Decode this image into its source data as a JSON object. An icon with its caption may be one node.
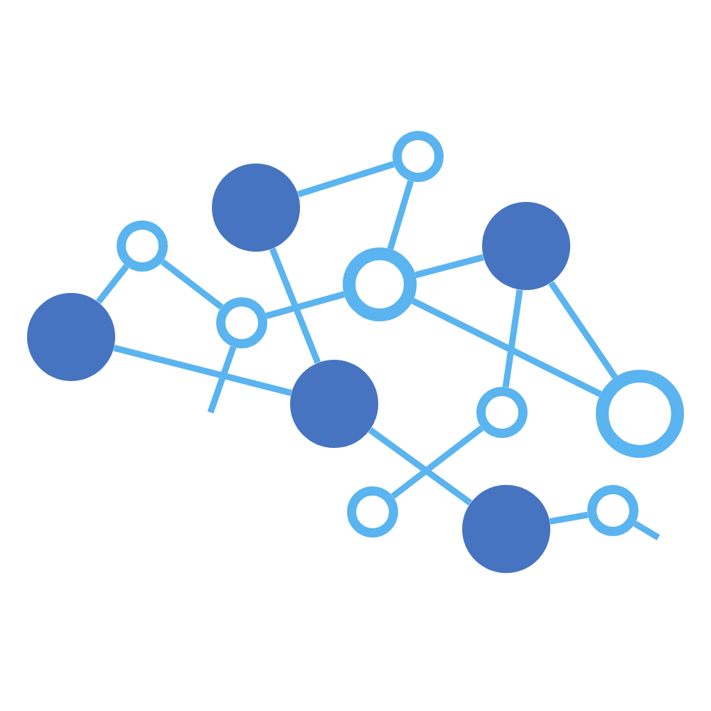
{
  "diagram": {
    "nodes": [
      {
        "text": [],
        "shape": "ring"
      },
      {
        "text": [],
        "shape": "circle"
      },
      {
        "text": [],
        "shape": "ring"
      },
      {
        "text": [],
        "shape": "circle"
      },
      {
        "text": [],
        "shape": "ring"
      },
      {
        "text": [],
        "shape": "ring"
      },
      {
        "text": [],
        "shape": "circle"
      },
      {
        "text": [],
        "shape": "circle"
      },
      {
        "text": [],
        "shape": "ring"
      },
      {
        "text": [],
        "shape": "ring"
      },
      {
        "text": [],
        "shape": "ring"
      },
      {
        "text": [],
        "shape": "ring"
      },
      {
        "text": [],
        "shape": "circle"
      }
    ],
    "edges": [
      {
        "from": 6,
        "to": 2,
        "arrow": "none"
      },
      {
        "from": 6,
        "to": 7,
        "arrow": "none"
      },
      {
        "from": 2,
        "to": 5,
        "arrow": "none"
      },
      {
        "from": 5,
        "to": null,
        "arrow": "none"
      },
      {
        "from": 5,
        "to": 4,
        "arrow": "none"
      },
      {
        "from": 1,
        "to": 0,
        "arrow": "none"
      },
      {
        "from": 0,
        "to": 4,
        "arrow": "none"
      },
      {
        "from": 1,
        "to": 7,
        "arrow": "none"
      },
      {
        "from": 4,
        "to": 3,
        "arrow": "none"
      },
      {
        "from": 4,
        "to": 9,
        "arrow": "none"
      },
      {
        "from": 3,
        "to": 8,
        "arrow": "none"
      },
      {
        "from": 3,
        "to": 9,
        "arrow": "none"
      },
      {
        "from": 7,
        "to": 12,
        "arrow": "none"
      },
      {
        "from": 10,
        "to": 8,
        "arrow": "none"
      },
      {
        "from": 12,
        "to": 11,
        "arrow": "none"
      },
      {
        "from": 11,
        "to": null,
        "arrow": "none"
      }
    ]
  }
}
